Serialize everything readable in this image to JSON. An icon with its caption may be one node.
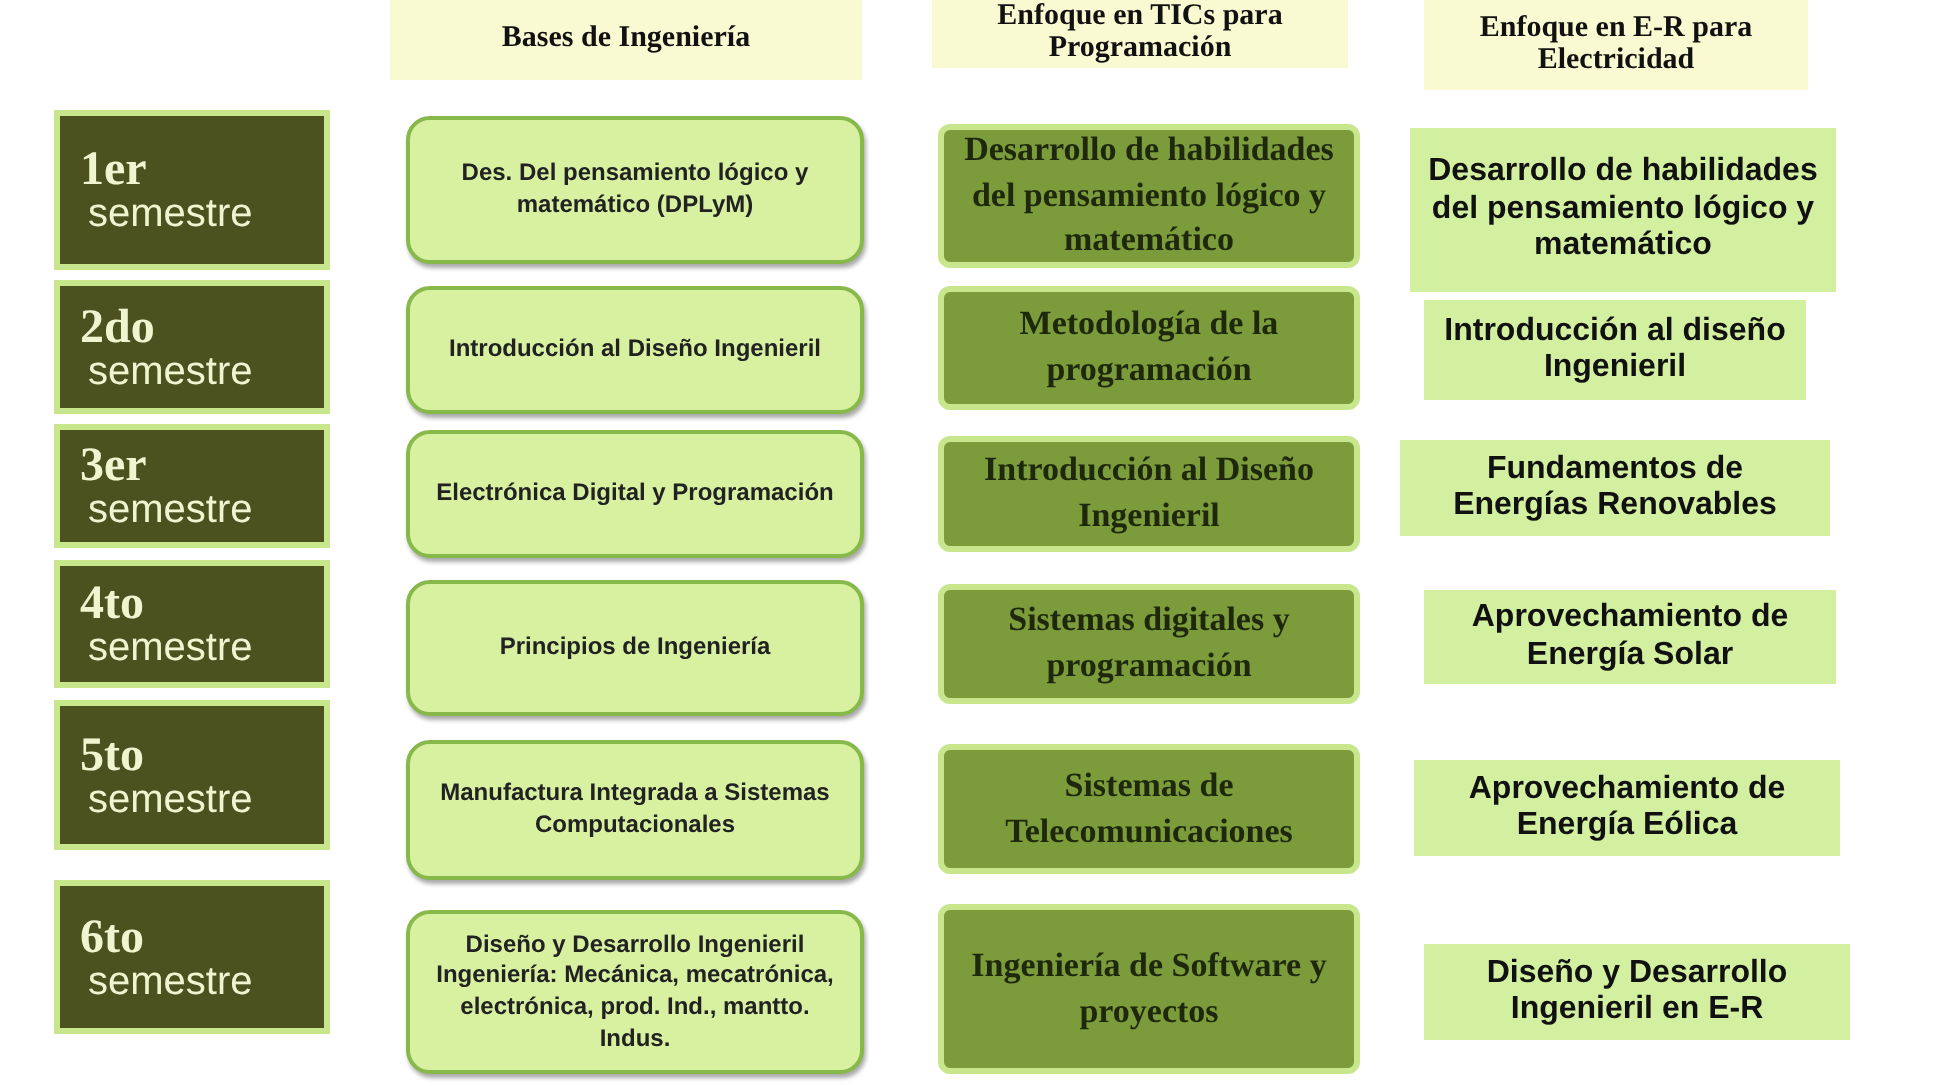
{
  "diagram": {
    "nodes": [
      {
        "text": [
          "Bases de Ingeniería"
        ]
      },
      {
        "text": [
          "Enfoque en TICs   para Programación"
        ]
      },
      {
        "text": [
          "Enfoque en E-R para Electricidad"
        ]
      },
      {
        "text": [
          "1er",
          "semestre"
        ]
      },
      {
        "text": [
          "Des. Del pensamiento lógico y matemático (DPLyM)"
        ]
      },
      {
        "text": [
          "Desarrollo de habilidades del pensamiento lógico y matemático"
        ]
      },
      {
        "text": [
          "Desarrollo de habilidades del pensamiento lógico y matemático"
        ]
      },
      {
        "text": [
          "2do",
          "semestre"
        ]
      },
      {
        "text": [
          "Introducción al Diseño Ingenieril"
        ]
      },
      {
        "text": [
          "Metodología  de la programación"
        ]
      },
      {
        "text": [
          "Introducción al diseño Ingenieril"
        ]
      },
      {
        "text": [
          "3er",
          "semestre"
        ]
      },
      {
        "text": [
          "Electrónica Digital y Programación"
        ]
      },
      {
        "text": [
          "Introducción al Diseño Ingenieril"
        ]
      },
      {
        "text": [
          "Fundamentos de Energías Renovables"
        ]
      },
      {
        "text": [
          "4to",
          "semestre"
        ]
      },
      {
        "text": [
          "Principios de Ingeniería"
        ]
      },
      {
        "text": [
          "Sistemas digitales y programación"
        ]
      },
      {
        "text": [
          "Aprovechamiento de Energía Solar"
        ]
      },
      {
        "text": [
          "5to",
          "semestre"
        ]
      },
      {
        "text": [
          "Manufactura Integrada a Sistemas Computacionales"
        ]
      },
      {
        "text": [
          "Sistemas de Telecomunicaciones"
        ]
      },
      {
        "text": [
          "Aprovechamiento de Energía Eólica"
        ]
      },
      {
        "text": [
          "6to",
          "semestre"
        ]
      },
      {
        "text": [
          "Diseño y Desarrollo Ingenieril Ingeniería: Mecánica, mecatrónica, electrónica, prod. Ind., mantto. Indus."
        ]
      },
      {
        "text": [
          "Ingeniería de Software y proyectos"
        ]
      },
      {
        "text": [
          "Diseño y Desarrollo Ingenieril en E-R"
        ]
      }
    ]
  }
}
